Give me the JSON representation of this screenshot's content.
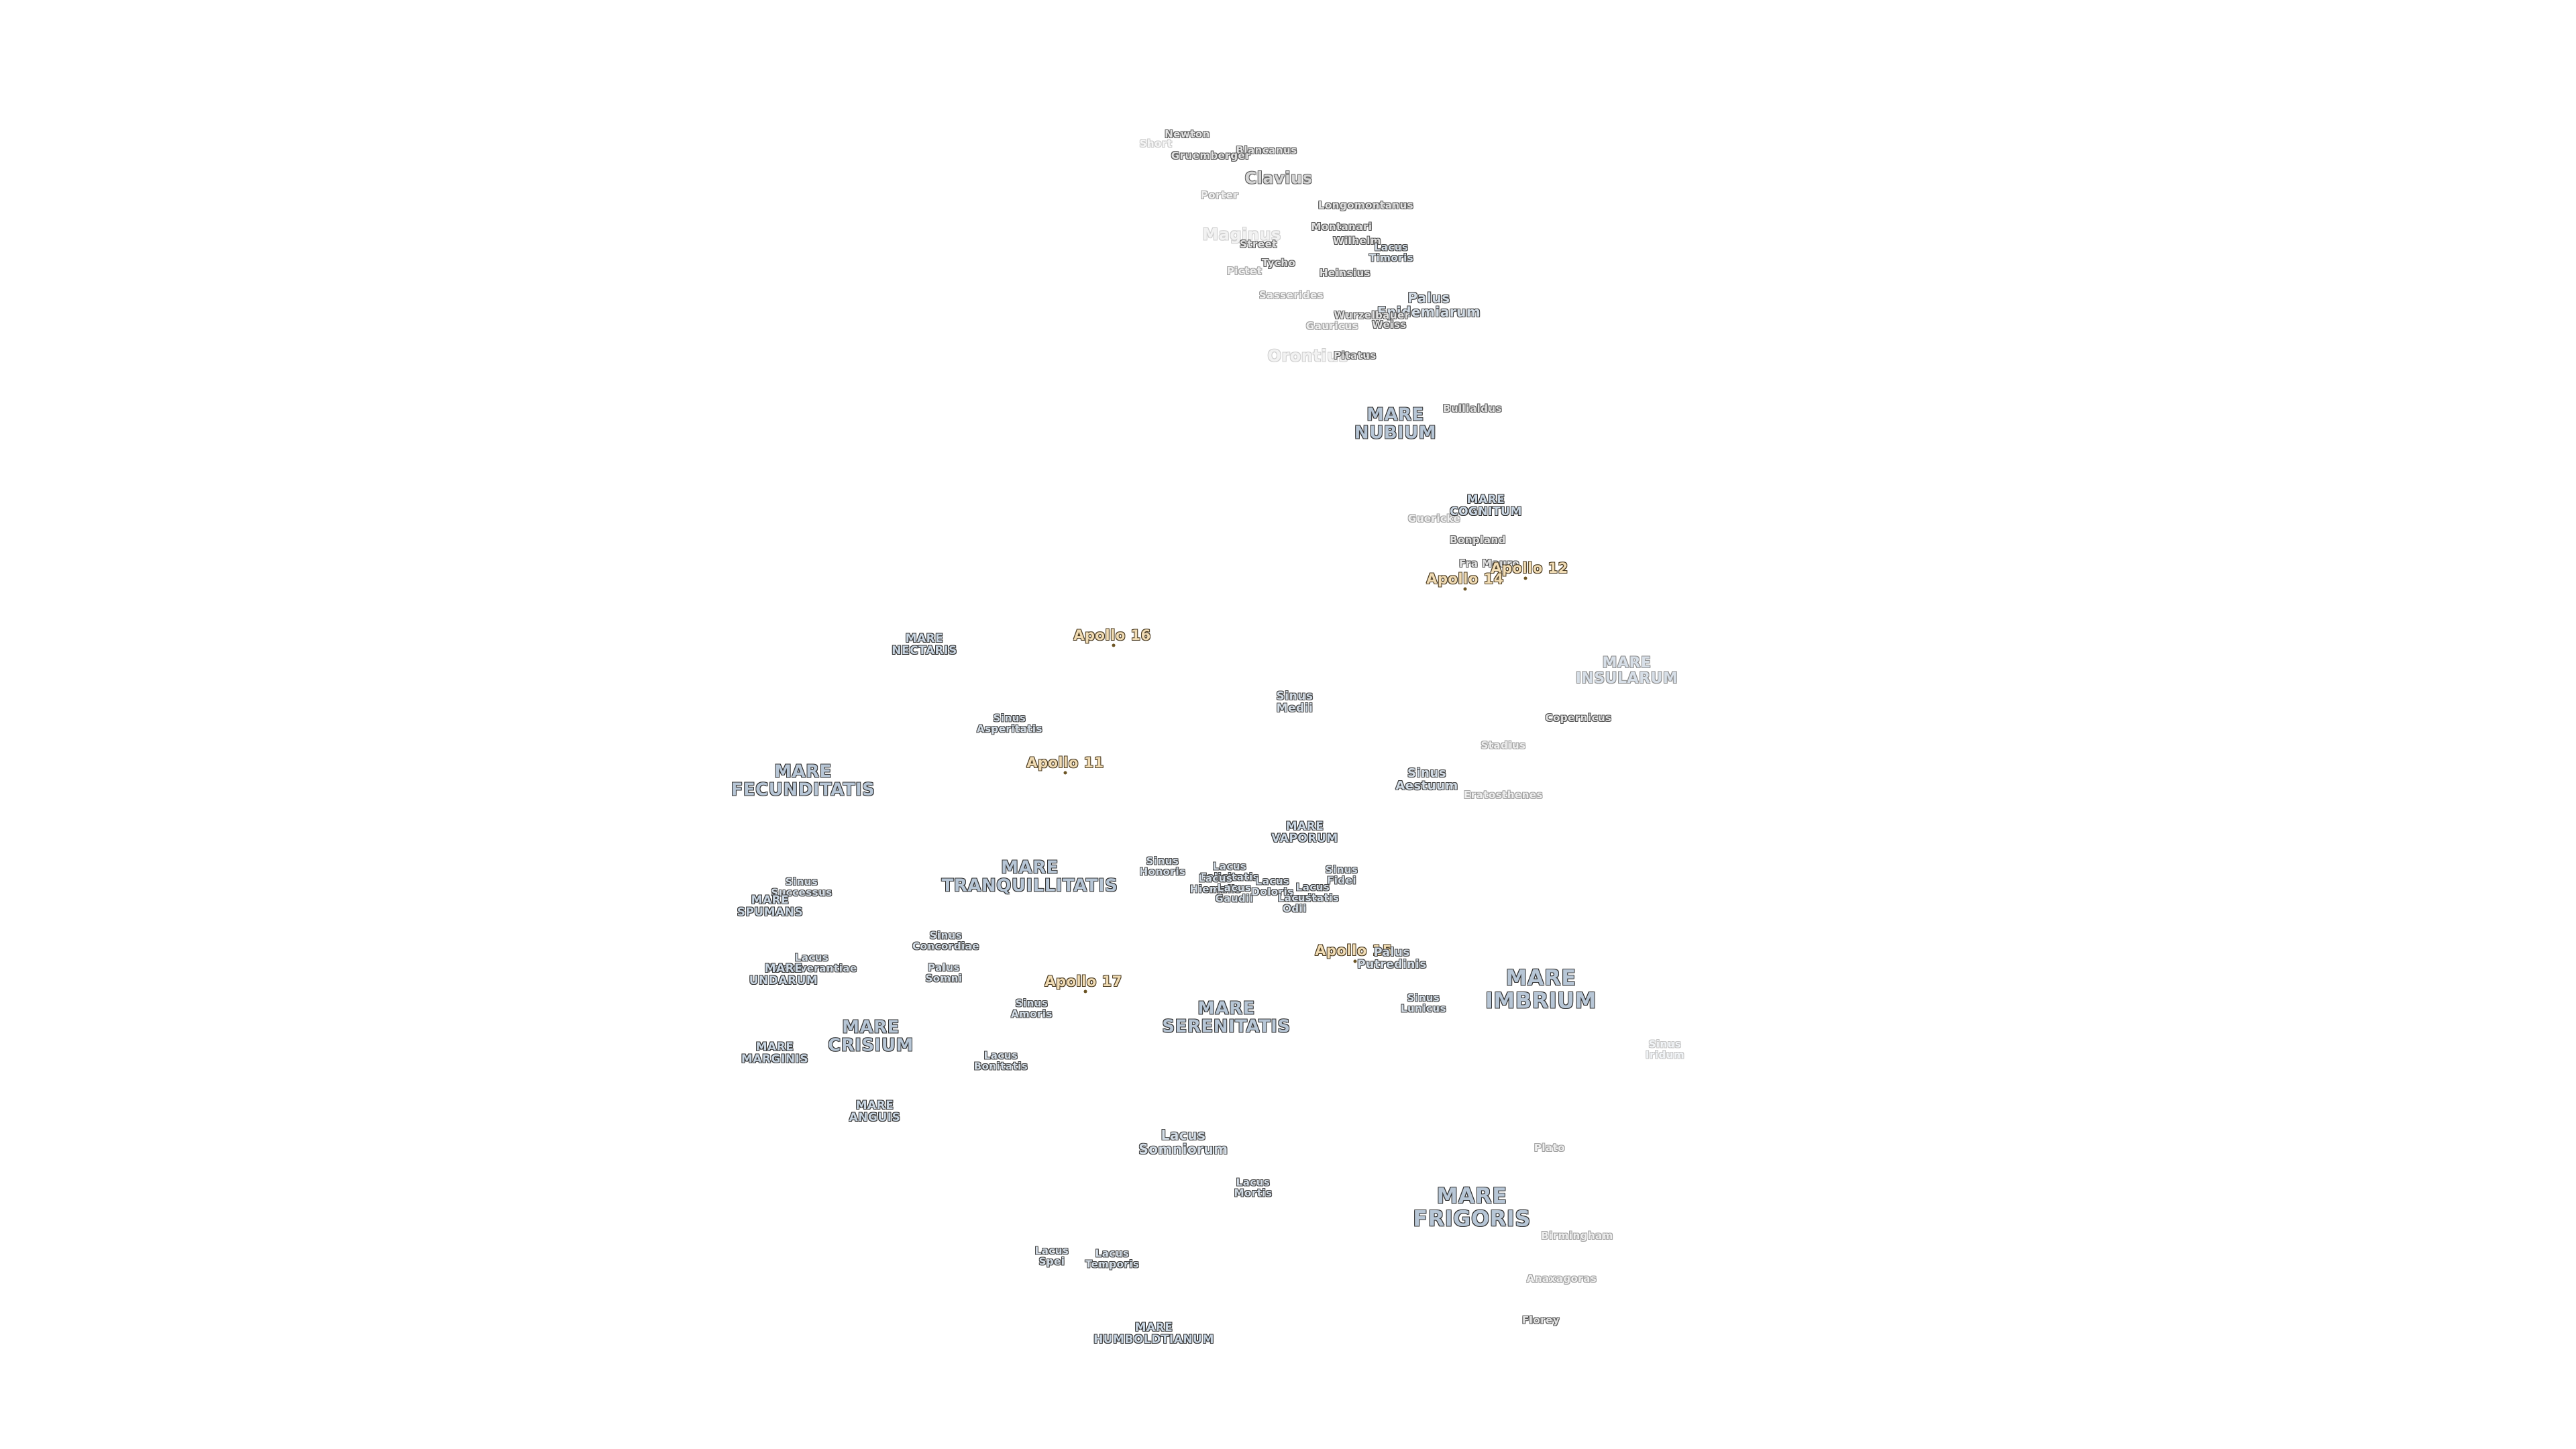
{
  "colors": {
    "background": "#ffffff",
    "mare_fill": "#b7c6d6",
    "outline": "#333333",
    "apollo_fill": "#f1dcb4",
    "apollo_outline": "#4a3b22"
  },
  "apollo": {
    "a11": "Apollo 11",
    "a12": "Apollo 12",
    "a14": "Apollo 14",
    "a15": "Apollo 15",
    "a16": "Apollo 16",
    "a17": "Apollo 17"
  },
  "maria": {
    "nubium": "MARE\nNUBIUM",
    "cognitum": "MARE\nCOGNITUM",
    "nectaris": "MARE\nNECTARIS",
    "insularum": "MARE\nINSULARUM",
    "fecunditatis": "MARE\nFECUNDITATIS",
    "tranquillitatis": "MARE\nTRANQUILLITATIS",
    "vaporum": "MARE\nVAPORUM",
    "spumans": "MARE\nSPUMANS",
    "undarum": "MARE\nUNDARUM",
    "crisium": "MARE\nCRISIUM",
    "marginis": "MARE\nMARGINIS",
    "serenitatis": "MARE\nSERENITATIS",
    "imbrium": "MARE\nIMBRIUM",
    "anguis": "MARE\nANGUIS",
    "frigoris": "MARE\nFRIGORIS",
    "humboldtianum": "MARE\nHUMBOLDTIANUM"
  },
  "features": {
    "sinus_asperitatis": "Sinus\nAsperitatis",
    "sinus_medii": "Sinus\nMedii",
    "sinus_aestuum": "Sinus\nAestuum",
    "sinus_successus": "Sinus\nSuccessus",
    "sinus_honoris": "Sinus\nHonoris",
    "sinus_fidei": "Sinus\nFidei",
    "sinus_concordiae": "Sinus\nConcordiae",
    "sinus_amoris": "Sinus\nAmoris",
    "sinus_lunicus": "Sinus\nLunicus",
    "sinus_iridum": "Sinus\nIridum",
    "lacus_felicitatis": "Lacus\nFelicitatis",
    "lacus_hiemalis": "Lacus\nHiemalis",
    "lacus_lenitatis": "Lacus\nLenitatis",
    "lacus_gaudii": "Lacus\nGaudii",
    "lacus_doloris": "Lacus\nDoloris",
    "lacus_odii": "Lacus\nOdii",
    "lacus_bonitatis": "Lacus\nBonitatis",
    "lacus_perseverantiae": "Lacus\nPerseverantiae",
    "lacus_somniorum": "Lacus\nSomniorum",
    "lacus_mortis": "Lacus\nMortis",
    "lacus_spei": "Lacus\nSpei",
    "lacus_temporis": "Lacus\nTemporis",
    "lacus_timoris": "Lacus\nTimoris",
    "palus_epidemiarum": "Palus\nEpidemiarum",
    "palus_putredinis": "Palus\nPutredinis",
    "palus_somni": "Palus\nSomni",
    "fra_mauro": "Fra Mauro"
  },
  "craters": {
    "newton": "Newton",
    "short": "Short",
    "blancanus": "Blancanus",
    "gruemberger": "Gruemberger",
    "clavius": "Clavius",
    "porter": "Porter",
    "longomontanus": "Longomontanus",
    "maginus": "Maginus",
    "montanari": "Montanari",
    "wilhelm": "Wilhelm",
    "street": "Street",
    "tycho": "Tycho",
    "pictet": "Pictet",
    "heinsius": "Heinsius",
    "sasserides": "Sasserides",
    "wurzelbauer": "Wurzelbauer",
    "gauricus": "Gauricus",
    "weiss": "Weiss",
    "orontius": "Orontius",
    "pitatus": "Pitatus",
    "bullialdus": "Bullialdus",
    "guericke": "Guericke",
    "bonpland": "Bonpland",
    "copernicus": "Copernicus",
    "stadius": "Stadius",
    "eratosthenes": "Eratosthenes",
    "plato": "Plato",
    "birmingham": "Birmingham",
    "anaxagoras": "Anaxagoras",
    "fontenelle_like": "Florey"
  }
}
